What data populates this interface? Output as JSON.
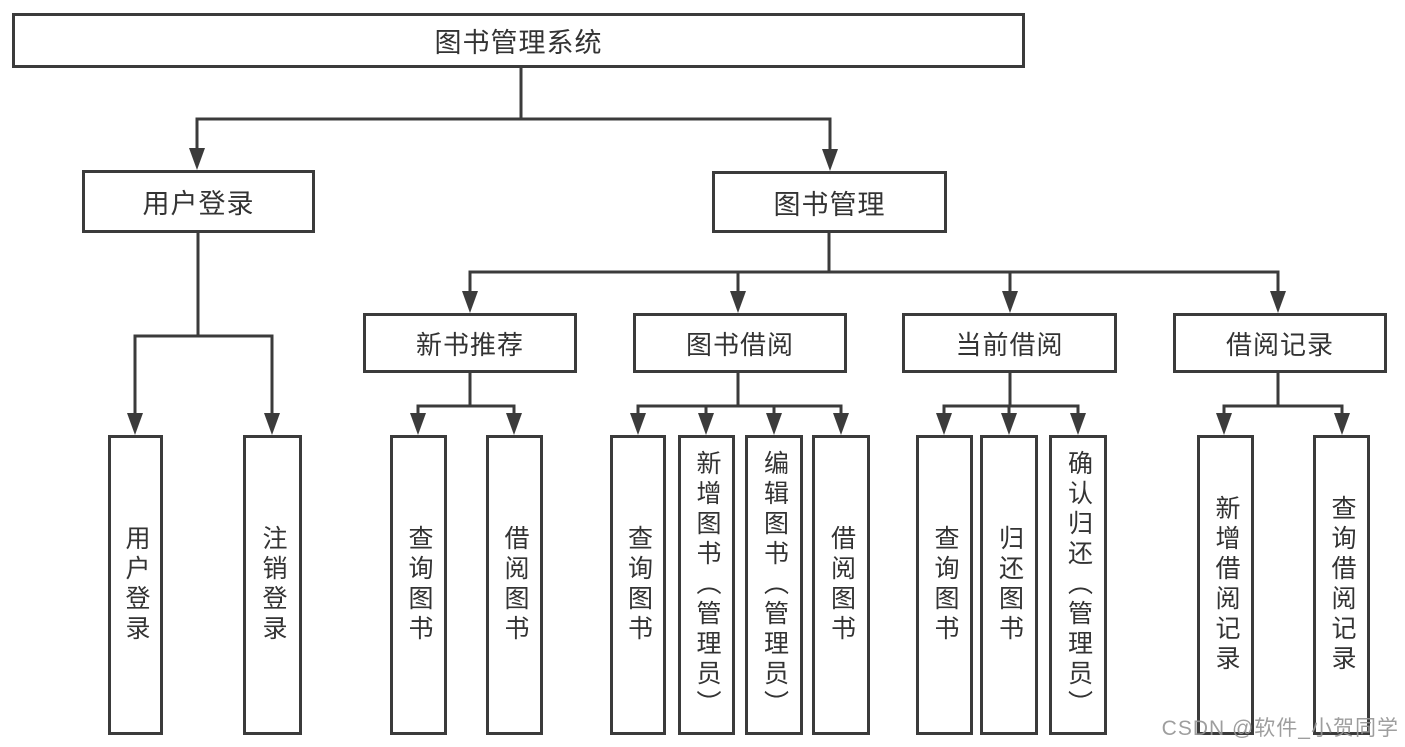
{
  "diagram": {
    "root": {
      "label": "图书管理系统",
      "children": [
        {
          "label": "用户登录",
          "children": [
            {
              "label": "用户登录"
            },
            {
              "label": "注销登录"
            }
          ]
        },
        {
          "label": "图书管理",
          "children": [
            {
              "label": "新书推荐",
              "children": [
                {
                  "label": "查询图书"
                },
                {
                  "label": "借阅图书"
                }
              ]
            },
            {
              "label": "图书借阅",
              "children": [
                {
                  "label": "查询图书"
                },
                {
                  "label": "新增图书（管理员）"
                },
                {
                  "label": "编辑图书（管理员）"
                },
                {
                  "label": "借阅图书"
                }
              ]
            },
            {
              "label": "当前借阅",
              "children": [
                {
                  "label": "查询图书"
                },
                {
                  "label": "归还图书"
                },
                {
                  "label": "确认归还（管理员）"
                }
              ]
            },
            {
              "label": "借阅记录",
              "children": [
                {
                  "label": "新增借阅记录"
                },
                {
                  "label": "查询借阅记录"
                }
              ]
            }
          ]
        }
      ]
    },
    "watermark": "CSDN @软件_小贺同学",
    "colors": {
      "line": "#3b3b3b",
      "text": "#333333",
      "background": "#ffffff",
      "watermark": "#969696"
    }
  }
}
